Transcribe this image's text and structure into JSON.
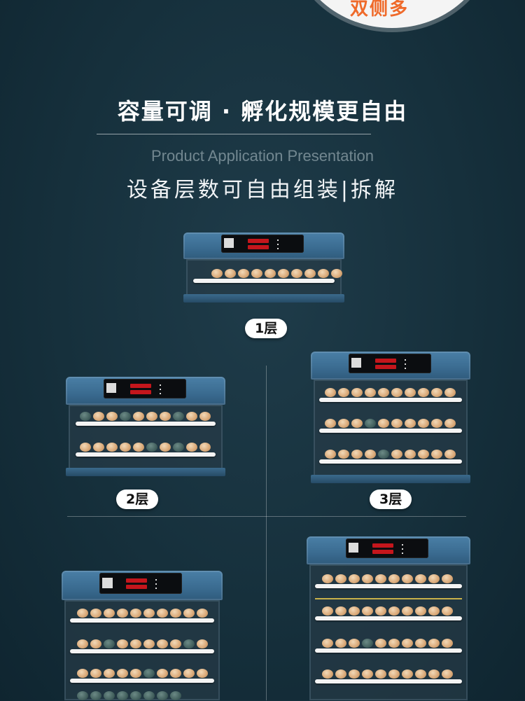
{
  "badge": {
    "text": "双侧多"
  },
  "header": {
    "title": "容量可调 · 孵化规模更自由",
    "subtitle_en": "Product Application Presentation",
    "subtitle_cn": "设备层数可自由组装|拆解"
  },
  "labels": {
    "layer1": "1层",
    "layer2": "2层",
    "layer3": "3层"
  },
  "colors": {
    "background": "#16303c",
    "incubator_blue": "#3a6b90",
    "led_red": "#c4161c",
    "badge_orange": "#ef6a2a"
  }
}
